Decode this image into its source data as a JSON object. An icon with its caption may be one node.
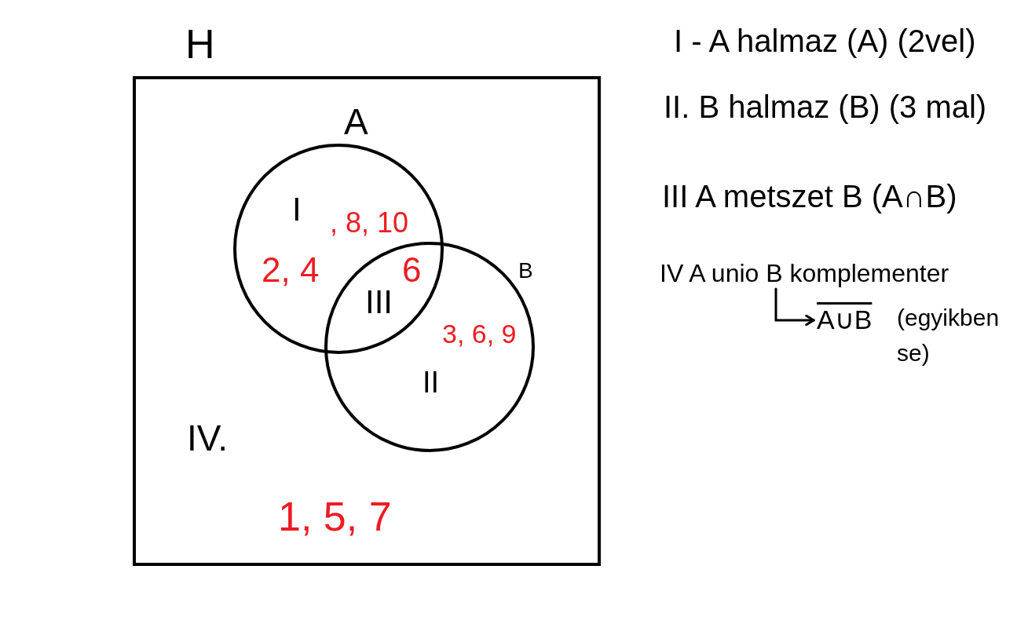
{
  "diagram": {
    "nodes": [
      {
        "text": [
          "H",
          "IV.",
          "1, 5, 7"
        ]
      },
      {
        "text": [
          "A",
          "I",
          "2, 4",
          ", 8, 10"
        ],
        "in": 0
      },
      {
        "text": [
          "B",
          "II",
          "3, 6, 9"
        ],
        "in": 0
      },
      {
        "text": [
          "IV A unio B komplementer"
        ]
      },
      {
        "text": [
          "A∪B",
          "(egyikben se)"
        ]
      }
    ],
    "edges": [
      {
        "from": 3,
        "to": 4,
        "arrow": "to"
      }
    ],
    "labels": [
      "6",
      "III",
      "I - A halmaz (A) (2vel)",
      "II. B halmaz (B) (3 mal)",
      "III A metszet B (A∩B)"
    ]
  }
}
